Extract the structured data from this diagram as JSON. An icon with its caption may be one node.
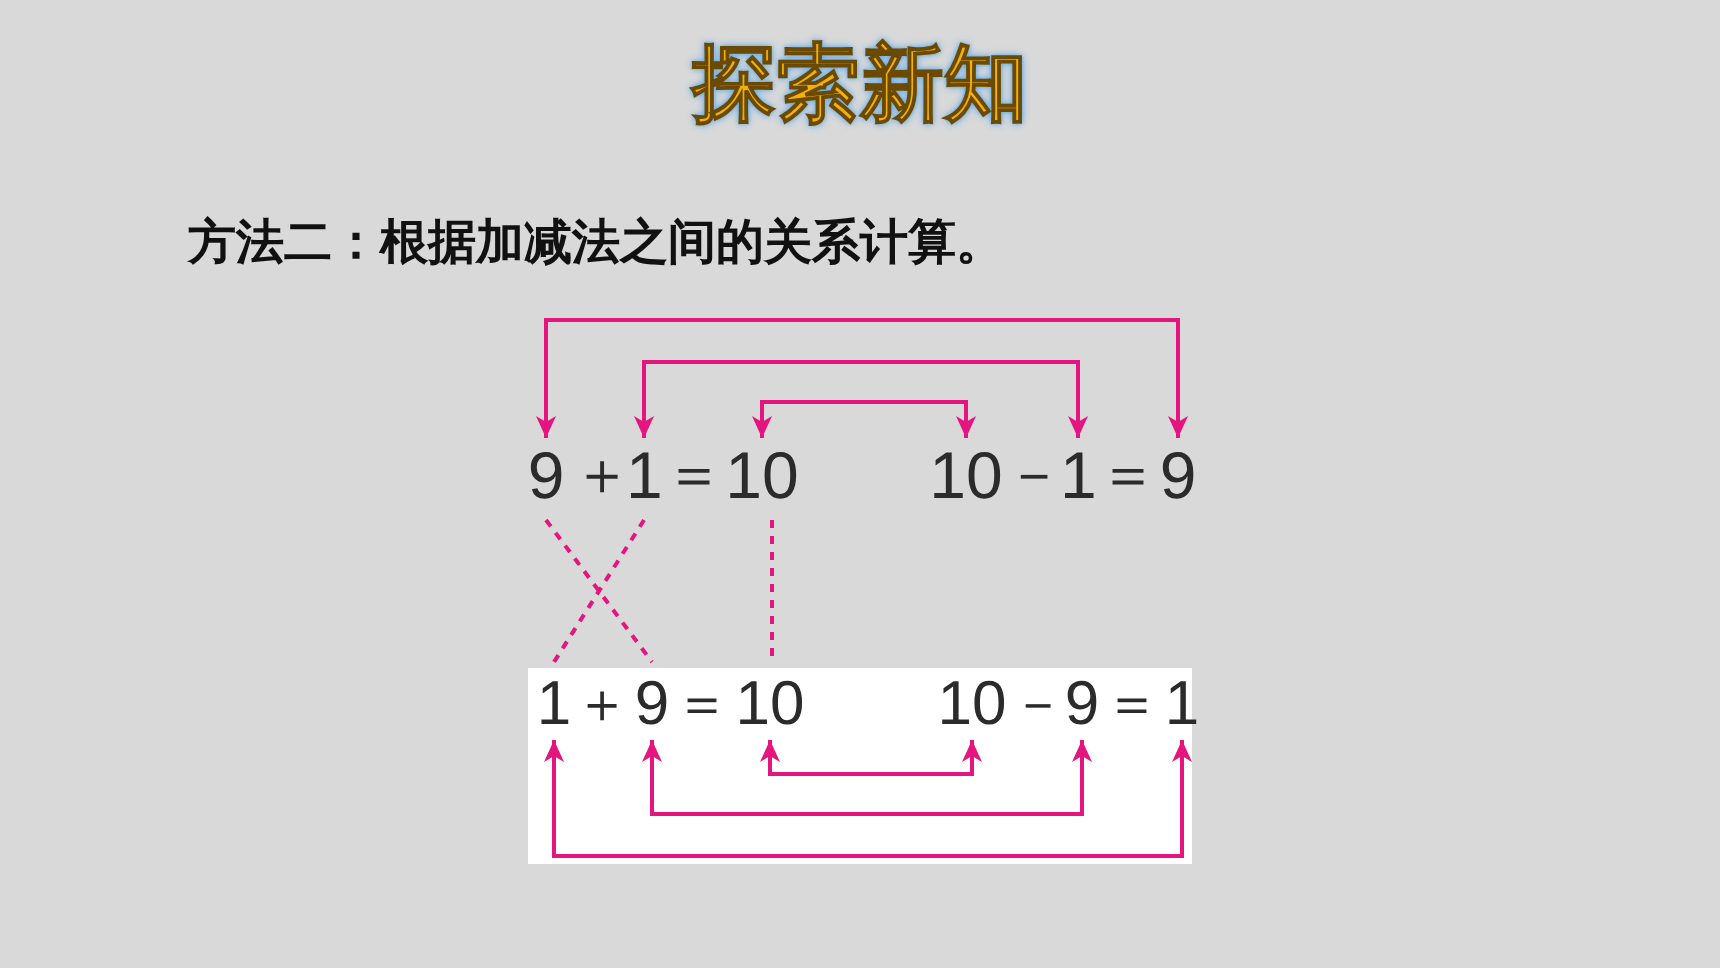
{
  "diagram": {
    "title": "探索新知",
    "nodes": [
      {
        "text": [
          "9"
        ]
      },
      {
        "text": [
          "1"
        ]
      },
      {
        "text": [
          "10"
        ]
      },
      {
        "text": [
          "10"
        ]
      },
      {
        "text": [
          "1"
        ]
      },
      {
        "text": [
          "9"
        ]
      },
      {
        "text": [
          "1"
        ]
      },
      {
        "text": [
          "9"
        ]
      },
      {
        "text": [
          "10"
        ]
      },
      {
        "text": [
          "10"
        ]
      },
      {
        "text": [
          "9"
        ]
      },
      {
        "text": [
          "1"
        ]
      }
    ],
    "edges": [
      {
        "from": 0,
        "to": 5,
        "arrow": "both"
      },
      {
        "from": 1,
        "to": 4,
        "arrow": "both"
      },
      {
        "from": 2,
        "to": 3,
        "arrow": "both"
      },
      {
        "from": 0,
        "to": 7,
        "arrow": "none",
        "style": "dashed"
      },
      {
        "from": 1,
        "to": 6,
        "arrow": "none",
        "style": "dashed"
      },
      {
        "from": 2,
        "to": 8,
        "arrow": "none",
        "style": "dashed"
      },
      {
        "from": 6,
        "to": 11,
        "arrow": "both"
      },
      {
        "from": 7,
        "to": 10,
        "arrow": "both"
      },
      {
        "from": 8,
        "to": 9,
        "arrow": "both"
      }
    ],
    "labels": [
      "方法二：根据加减法之间的关系计算。",
      "＋",
      "＝",
      "－",
      "＝",
      "＋",
      "＝",
      "－",
      "＝"
    ]
  }
}
